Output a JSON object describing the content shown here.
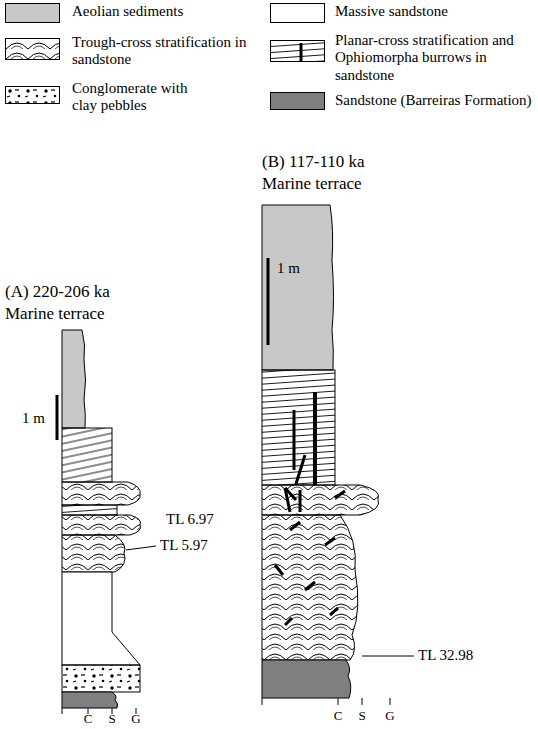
{
  "diagram": {
    "labels": [
      "(A) 220-206 ka",
      "Marine terrace",
      "1 m",
      "TL 6.97",
      "TL 5.97",
      "C",
      "S",
      "G",
      "(B) 117-110 ka",
      "Marine terrace",
      "1 m",
      "TL 32.98",
      "C",
      "S",
      "G"
    ],
    "legend": [
      {
        "text": "Aeolian sediments",
        "color": "#c8c8c8"
      },
      {
        "text": "Trough-cross stratification in sandstone"
      },
      {
        "text": "Conglomerate with clay pebbles"
      },
      {
        "text": "Massive sandstone",
        "color": "#ffffff"
      },
      {
        "text": "Planar-cross stratification and Ophiomorpha burrows in sandstone"
      },
      {
        "text": "Sandstone (Barreiras Formation)",
        "color": "#7f7f7f"
      }
    ]
  }
}
